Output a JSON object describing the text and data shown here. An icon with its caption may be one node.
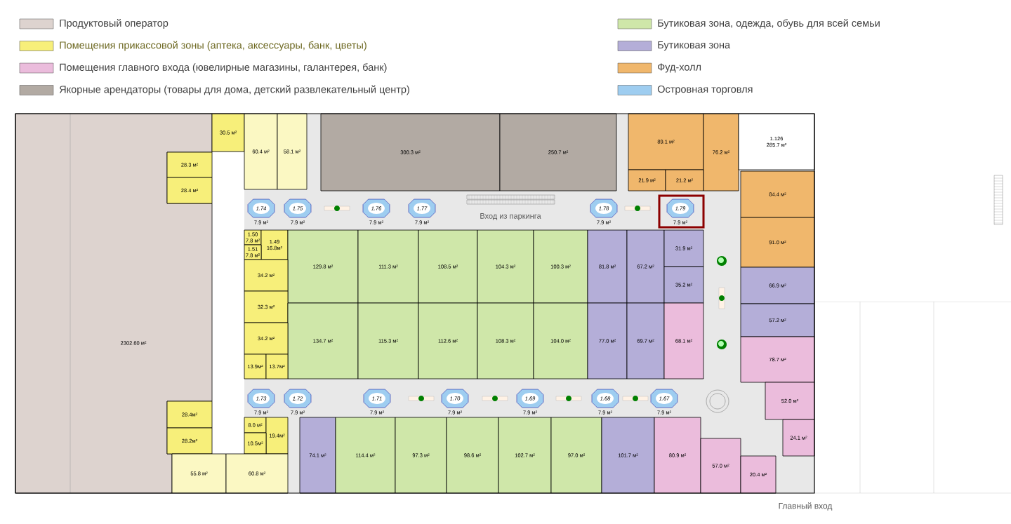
{
  "diagram": {
    "nodes": [
      {
        "text": [
          "2302.60 м²"
        ]
      },
      {
        "text": [
          "30.5 м²"
        ]
      },
      {
        "text": [
          "60.4 м²"
        ]
      },
      {
        "text": [
          "58.1 м²"
        ]
      },
      {
        "text": [
          "300.3 м²"
        ]
      },
      {
        "text": [
          "250.7 м²"
        ]
      },
      {
        "text": [
          "89.1 м²"
        ]
      },
      {
        "text": [
          "76.2 м²"
        ]
      },
      {
        "text": [
          "1.126",
          "285.7 м²"
        ]
      },
      {
        "text": [
          "28.3 м²"
        ]
      },
      {
        "text": [
          "28.4 м²"
        ]
      },
      {
        "text": [
          "21.9 м²"
        ]
      },
      {
        "text": [
          "21.2 м²"
        ]
      },
      {
        "text": [
          "84.4 м²"
        ]
      },
      {
        "text": [
          "1.74"
        ],
        "beside": [
          "7.9 м²"
        ]
      },
      {
        "text": [
          "1.75"
        ],
        "beside": [
          "7.9 м²"
        ]
      },
      {
        "text": [
          "1.76"
        ],
        "beside": [
          "7.9 м²"
        ]
      },
      {
        "text": [
          "1.77"
        ],
        "beside": [
          "7.9 м²"
        ]
      },
      {
        "text": [
          "1.78"
        ],
        "beside": [
          "7.9 м²"
        ]
      },
      {
        "text": [
          "1.79"
        ],
        "beside": [
          "7.9 м²"
        ]
      },
      {
        "text": [
          "91.0 м²"
        ]
      },
      {
        "text": [
          "1.50",
          "7.8 м²"
        ]
      },
      {
        "text": [
          "1.49",
          "16.8м²"
        ]
      },
      {
        "text": [
          "1.51",
          "7.8 м²"
        ]
      },
      {
        "text": [
          "129.8 м²"
        ]
      },
      {
        "text": [
          "111.3 м²"
        ]
      },
      {
        "text": [
          "108.5 м²"
        ]
      },
      {
        "text": [
          "104.3 м²"
        ]
      },
      {
        "text": [
          "100.3 м²"
        ]
      },
      {
        "text": [
          "81.8 м²"
        ]
      },
      {
        "text": [
          "67.2 м²"
        ]
      },
      {
        "text": [
          "31.9 м²"
        ]
      },
      {
        "text": [
          "35.2 м²"
        ]
      },
      {
        "text": [
          "34.2 м²"
        ]
      },
      {
        "text": [
          "66.9 м²"
        ]
      },
      {
        "text": [
          "32.3 м²"
        ]
      },
      {
        "text": [
          "57.2 м²"
        ]
      },
      {
        "text": [
          "134.7 м²"
        ]
      },
      {
        "text": [
          "115.3 м²"
        ]
      },
      {
        "text": [
          "112.6 м²"
        ]
      },
      {
        "text": [
          "108.3 м²"
        ]
      },
      {
        "text": [
          "104.0 м²"
        ]
      },
      {
        "text": [
          "77.0 м²"
        ]
      },
      {
        "text": [
          "69.7 м²"
        ]
      },
      {
        "text": [
          "68.1 м²"
        ]
      },
      {
        "text": [
          "34.2 м²"
        ]
      },
      {
        "text": [
          "78.7 м²"
        ]
      },
      {
        "text": [
          "13.9м²"
        ]
      },
      {
        "text": [
          "13.7м²"
        ]
      },
      {
        "text": [
          "52.0 м²"
        ]
      },
      {
        "text": [
          "1.73"
        ],
        "beside": [
          "7.9 м²"
        ]
      },
      {
        "text": [
          "1.72"
        ],
        "beside": [
          "7.9 м²"
        ]
      },
      {
        "text": [
          "1.71"
        ],
        "beside": [
          "7.9 м²"
        ]
      },
      {
        "text": [
          "1.70"
        ],
        "beside": [
          "7.9 м²"
        ]
      },
      {
        "text": [
          "1.69"
        ],
        "beside": [
          "7.9 м²"
        ]
      },
      {
        "text": [
          "1.68"
        ],
        "beside": [
          "7.9 м²"
        ]
      },
      {
        "text": [
          "1.67"
        ],
        "beside": [
          "7.9 м²"
        ]
      },
      {
        "text": [
          "28.4м²"
        ]
      },
      {
        "text": [
          "8.0 м²"
        ]
      },
      {
        "text": [
          "19.4м²"
        ]
      },
      {
        "text": [
          "24.1 м²"
        ]
      },
      {
        "text": [
          "28.2м²"
        ]
      },
      {
        "text": [
          "10.5м²"
        ]
      },
      {
        "text": [
          "55.8 м²"
        ]
      },
      {
        "text": [
          "60.8 м²"
        ]
      },
      {
        "text": [
          "74.1 м²"
        ]
      },
      {
        "text": [
          "114.4 м²"
        ]
      },
      {
        "text": [
          "97.3 м²"
        ]
      },
      {
        "text": [
          "98.6 м²"
        ]
      },
      {
        "text": [
          "102.7 м²"
        ]
      },
      {
        "text": [
          "97.0 м²"
        ]
      },
      {
        "text": [
          "101.7 м²"
        ]
      },
      {
        "text": [
          "80.9 м²"
        ]
      },
      {
        "text": [
          "57.0 м²"
        ]
      },
      {
        "text": [
          "20.4 м²"
        ]
      }
    ],
    "labels": [
      "Вход из паркинга",
      "Главный вход"
    ],
    "legend": [
      {
        "text": "Продуктовый оператор",
        "color": "#ddd3cf"
      },
      {
        "text": "Помещения прикассовой зоны (аптека, аксессуары, банк, цветы)",
        "color": "#f7ef7a"
      },
      {
        "text": "Помещения главного входа (ювелирные магазины, галантерея, банк)",
        "color": "#ebbcdc"
      },
      {
        "text": "Якорные арендаторы (товары для дома, детский развлекательный центр)",
        "color": "#b2aaa3"
      },
      {
        "text": "Бутиковая зона, одежда, обувь для всей семьи",
        "color": "#cfe7a9"
      },
      {
        "text": "Бутиковая зона",
        "color": "#b4aed8"
      },
      {
        "text": "Фуд-холл",
        "color": "#f0b76c"
      },
      {
        "text": "Островная торговля",
        "color": "#9ecdf0"
      }
    ]
  }
}
